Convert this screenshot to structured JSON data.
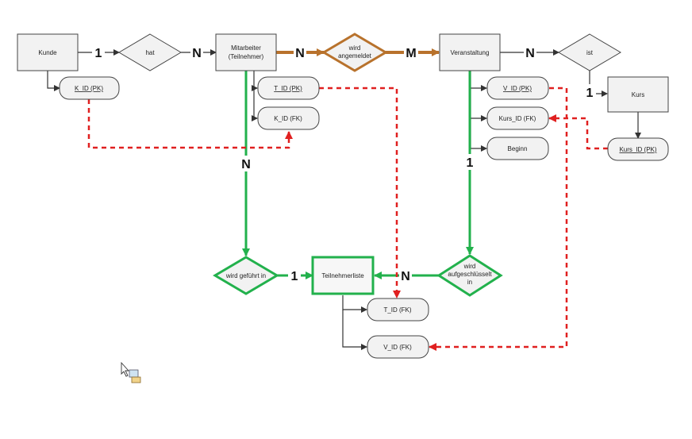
{
  "colors": {
    "black_edge": "#333333",
    "green": "#22b14c",
    "orange": "#b8722c",
    "red_fk": "#e02020",
    "entity_fill": "#f2f2f2"
  },
  "entities": {
    "kunde": "Kunde",
    "mitarbeiter_line1": "Mitarbeiter",
    "mitarbeiter_line2": "(Teilnehmer)",
    "veranstaltung": "Veranstaltung",
    "kurs": "Kurs",
    "teilnehmerliste": "Teilnehmerliste"
  },
  "relations": {
    "hat": "hat",
    "angemeldet_line1": "wird",
    "angemeldet_line2": "angemeldet",
    "ist": "ist",
    "gefuehrt": "wird geführt in",
    "aufgeschluesselt_line1": "wird",
    "aufgeschluesselt_line2": "aufgeschlüsselt",
    "aufgeschluesselt_line3": "in"
  },
  "attributes": {
    "kunde_k_id_pk": "K_ID (PK)",
    "mitarbeiter_t_id_pk": "T_ID (PK)",
    "mitarbeiter_k_id_fk": "K_ID (FK)",
    "veranstaltung_v_id_pk": "V_ID (PK)",
    "veranstaltung_kurs_id_fk": "Kurs_ID (FK)",
    "veranstaltung_beginn": "Beginn",
    "kurs_kurs_id_pk": "Kurs_ID (PK)",
    "liste_t_id_fk": "T_ID (FK)",
    "liste_v_id_fk": "V_ID (FK)"
  },
  "cardinalities": {
    "kunde_hat": "1",
    "hat_mitarbeiter": "N",
    "mitarbeiter_angemeldet": "N",
    "angemeldet_veranstaltung": "M",
    "veranstaltung_ist": "N",
    "ist_kurs": "1",
    "mitarbeiter_gefuehrt": "N",
    "gefuehrt_liste": "1",
    "liste_aufgeschluesselt": "N",
    "veranstaltung_aufgeschluesselt": "1"
  },
  "cursor": {
    "icon": "mouse-pointer-icon"
  }
}
